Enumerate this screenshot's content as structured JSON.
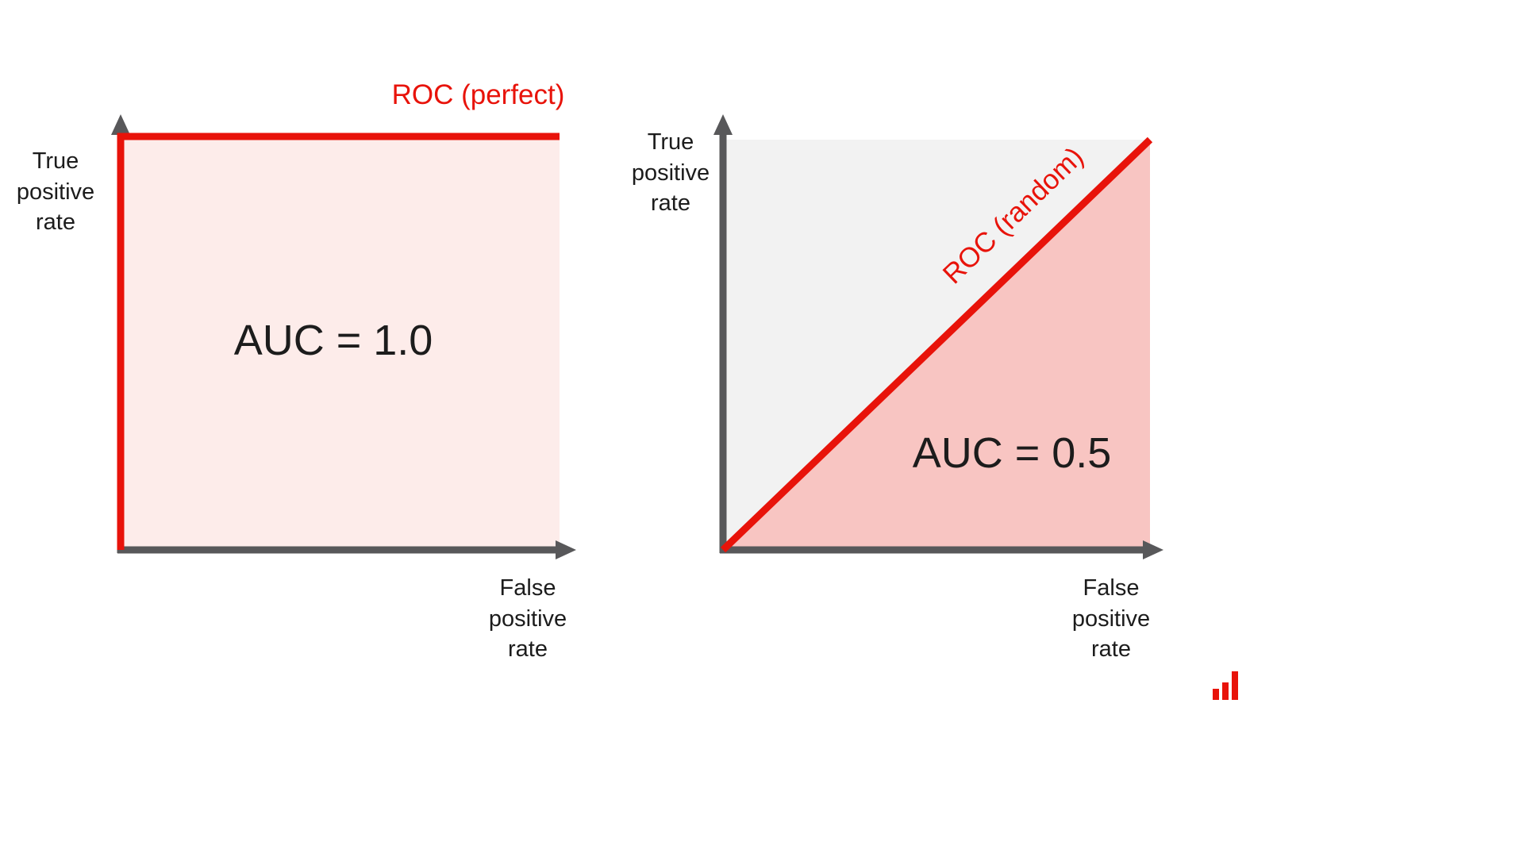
{
  "colors": {
    "background": "#FFFFFF",
    "roc_red": "#E8130A",
    "axis_gray": "#58585A",
    "left_area_fill": "#FDECEA",
    "right_area_below_diagonal_fill": "#F8C5C2",
    "right_area_above_diagonal_fill": "#F2F2F2",
    "text_color": "#1C1C1C",
    "logo_red": "#E8130A"
  },
  "left_chart": {
    "curve_label": "ROC (perfect)",
    "auc_label": "AUC = 1.0",
    "y_axis_label": "True\npositive\nrate",
    "x_axis_label": "False\npositive\nrate"
  },
  "right_chart": {
    "curve_label": "ROC (random)",
    "auc_label": "AUC = 0.5",
    "y_axis_label": "True\npositive\nrate",
    "x_axis_label": "False\npositive\nrate"
  },
  "logo": {
    "icon": "bar-chart-logo"
  },
  "chart_data": [
    {
      "type": "line",
      "title": "ROC (perfect)",
      "xlabel": "False positive rate",
      "ylabel": "True positive rate",
      "xlim": [
        0,
        1
      ],
      "ylim": [
        0,
        1
      ],
      "grid": false,
      "legend_position": "none",
      "series": [
        {
          "name": "ROC (perfect)",
          "x": [
            0,
            0,
            1
          ],
          "y": [
            0,
            1,
            1
          ],
          "color": "#E8130A",
          "area_fill": "#FDECEA"
        }
      ],
      "annotations": [
        {
          "text": "AUC = 1.0",
          "x": 0.5,
          "y": 0.5
        }
      ]
    },
    {
      "type": "line",
      "title": "",
      "xlabel": "False positive rate",
      "ylabel": "True positive rate",
      "xlim": [
        0,
        1
      ],
      "ylim": [
        0,
        1
      ],
      "grid": false,
      "legend_position": "none",
      "series": [
        {
          "name": "ROC (random)",
          "x": [
            0,
            1
          ],
          "y": [
            0,
            1
          ],
          "color": "#E8130A",
          "area_fill_below_diagonal": "#F8C5C2",
          "area_fill_above_diagonal": "#F2F2F2"
        }
      ],
      "annotations": [
        {
          "text": "AUC = 0.5",
          "x": 0.67,
          "y": 0.25
        }
      ]
    }
  ]
}
